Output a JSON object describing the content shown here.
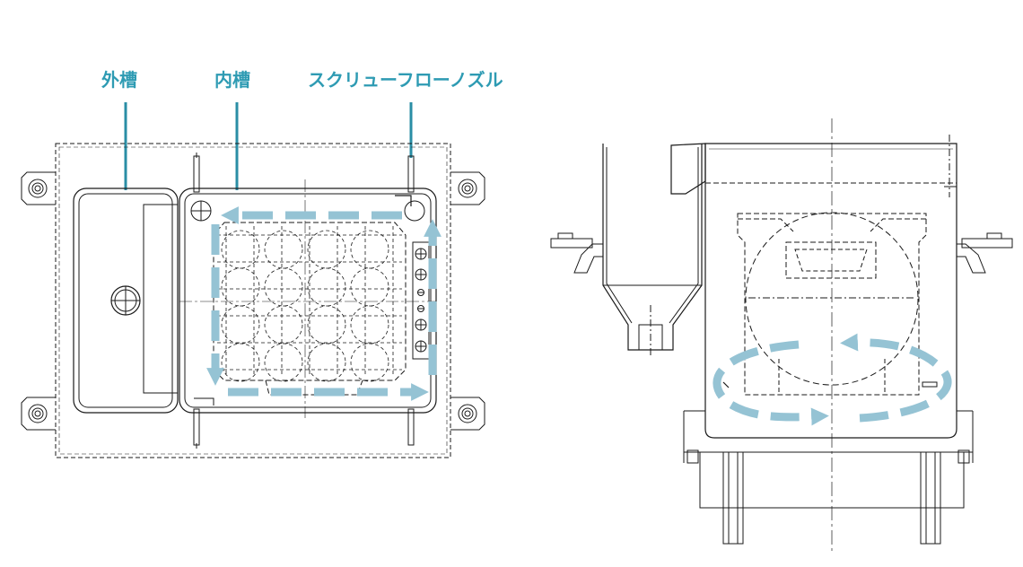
{
  "labels": {
    "outer_tank": "外槽",
    "inner_tank": "内槽",
    "screw_flow_nozzle": "スクリューフローノズル"
  },
  "colors": {
    "label_text": "#2e9bb3",
    "leader_line": "#2a8ea5",
    "flow_arrow": "#95c3d4",
    "drawing_line": "#1a1a1a"
  }
}
